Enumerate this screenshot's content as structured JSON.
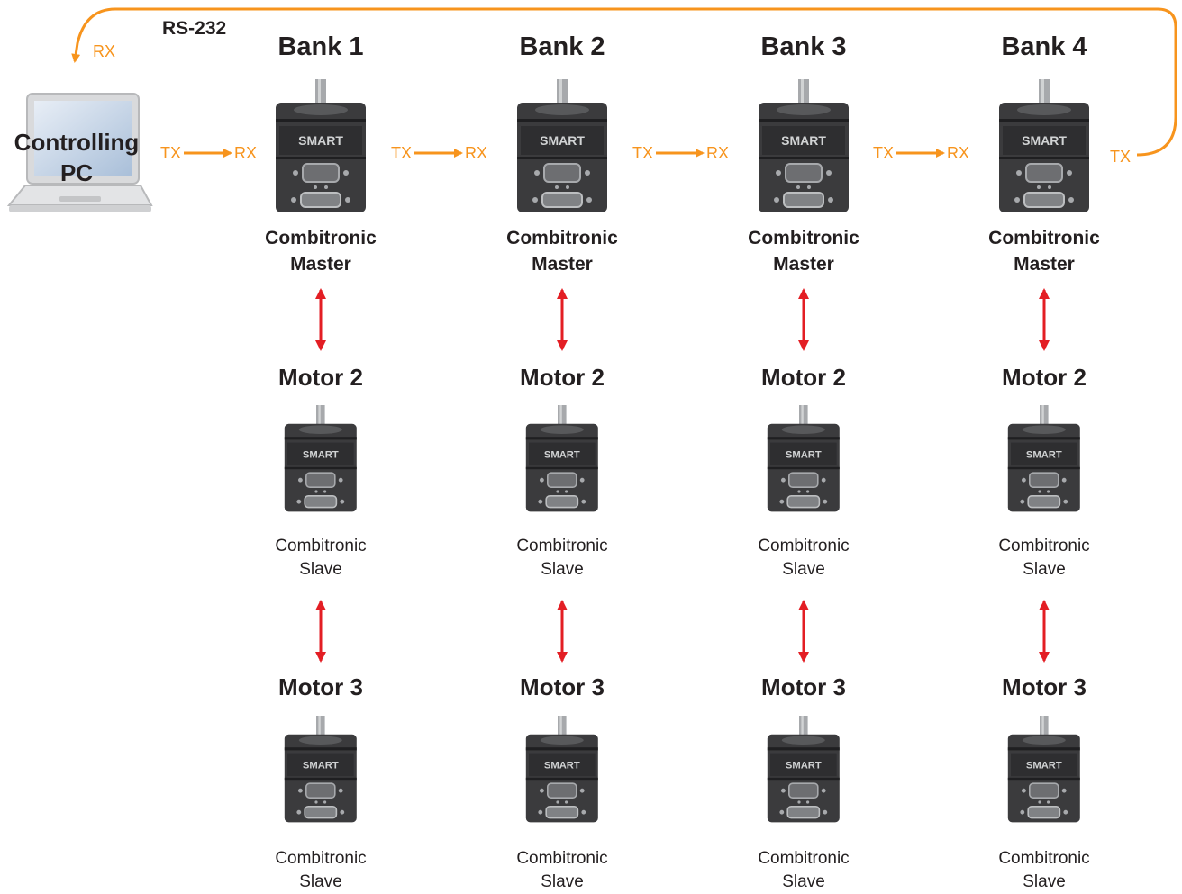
{
  "link": {
    "protocol": "RS-232",
    "tx": "TX",
    "rx": "RX",
    "colors": {
      "serial": "#f7941d",
      "combitronic": "#e31e24"
    }
  },
  "pc": {
    "label_line1": "Controlling",
    "label_line2": "PC",
    "icon": "laptop-icon"
  },
  "motor_icon": "smart-motor-icon",
  "banks": [
    {
      "title": "Bank 1",
      "master": {
        "line1": "Combitronic",
        "line2": "Master"
      },
      "slaves": [
        {
          "title": "Motor 2",
          "line1": "Combitronic",
          "line2": "Slave"
        },
        {
          "title": "Motor 3",
          "line1": "Combitronic",
          "line2": "Slave"
        }
      ]
    },
    {
      "title": "Bank 2",
      "master": {
        "line1": "Combitronic",
        "line2": "Master"
      },
      "slaves": [
        {
          "title": "Motor 2",
          "line1": "Combitronic",
          "line2": "Slave"
        },
        {
          "title": "Motor 3",
          "line1": "Combitronic",
          "line2": "Slave"
        }
      ]
    },
    {
      "title": "Bank 3",
      "master": {
        "line1": "Combitronic",
        "line2": "Master"
      },
      "slaves": [
        {
          "title": "Motor 2",
          "line1": "Combitronic",
          "line2": "Slave"
        },
        {
          "title": "Motor 3",
          "line1": "Combitronic",
          "line2": "Slave"
        }
      ]
    },
    {
      "title": "Bank 4",
      "master": {
        "line1": "Combitronic",
        "line2": "Master"
      },
      "slaves": [
        {
          "title": "Motor 2",
          "line1": "Combitronic",
          "line2": "Slave"
        },
        {
          "title": "Motor 3",
          "line1": "Combitronic",
          "line2": "Slave"
        }
      ]
    }
  ]
}
